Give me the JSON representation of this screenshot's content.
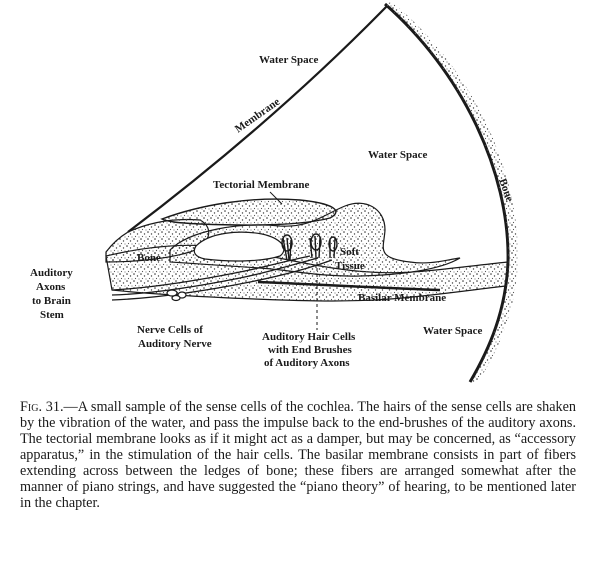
{
  "labels": {
    "water_space_top": "Water Space",
    "membrane": "Membrane",
    "water_space_right": "Water Space",
    "bone_right": "Bone",
    "tectorial_membrane": "Tectorial Membrane",
    "bone_left": "Bone",
    "soft_tissue_1": "Soft",
    "soft_tissue_2": "Tissue",
    "basilar_membrane": "Basilar Membrane",
    "auditory_axons_1": "Auditory",
    "auditory_axons_2": "Axons",
    "auditory_axons_3": "to Brain",
    "auditory_axons_4": "Stem",
    "nerve_cells_1": "Nerve Cells of",
    "nerve_cells_2": "Auditory Nerve",
    "hair_cells_1": "Auditory Hair Cells",
    "hair_cells_2": "with End Brushes",
    "hair_cells_3": "of Auditory Axons",
    "water_space_bottom": "Water Space"
  },
  "caption": {
    "figure_number": "Fig. 31.",
    "text": "—A small sample of the sense cells of the cochlea. The hairs of the sense cells are shaken by the vibration of the water, and pass the impulse back to the end-brushes of the auditory axons. The tectorial membrane looks as if it might act as a damper, but may be concerned, as “accessory apparatus,” in the stimulation of the hair cells. The basilar membrane consists in part of fibers extending across between the ledges of bone; these fibers are arranged somewhat after the manner of piano strings, and have suggested the “piano theory” of hearing, to be mentioned later in the chapter."
  }
}
